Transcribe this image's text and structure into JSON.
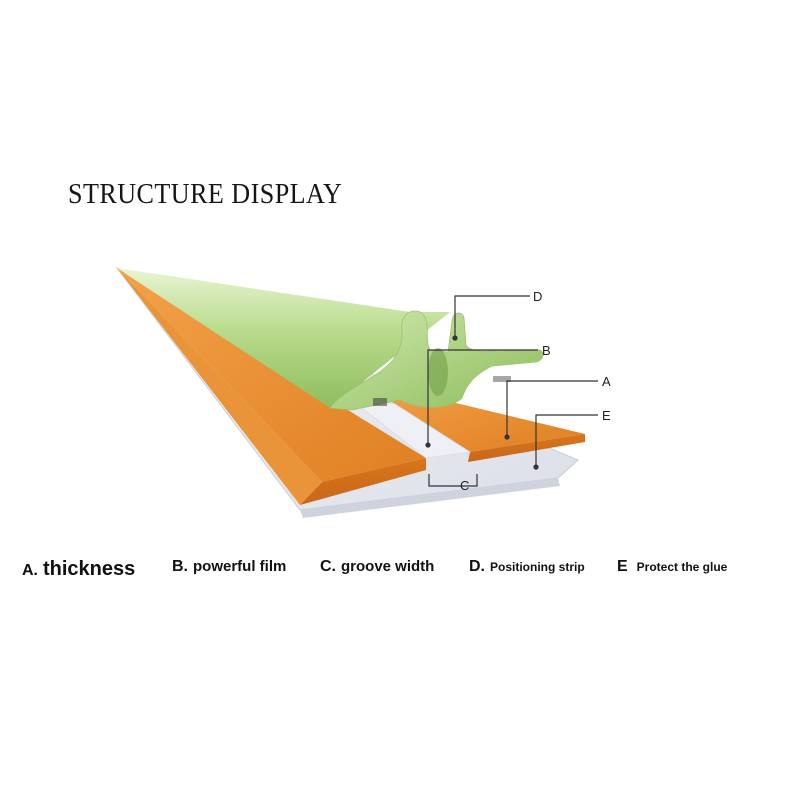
{
  "title": "STRUCTURE DISPLAY",
  "callouts": {
    "D": "D",
    "B": "B",
    "A": "A",
    "E": "E",
    "C": "C"
  },
  "legend": [
    {
      "key": "A.",
      "label": "thickness"
    },
    {
      "key": "B.",
      "label": "powerful film"
    },
    {
      "key": "C.",
      "label": "groove width"
    },
    {
      "key": "D.",
      "label": "Positioning strip"
    },
    {
      "key": "E",
      "label": "Protect the glue"
    }
  ],
  "colors": {
    "strip_green": "#b6d88c",
    "board_orange": "#e8882a",
    "base_film": "#e6e8ee",
    "leader_line": "#333333"
  }
}
